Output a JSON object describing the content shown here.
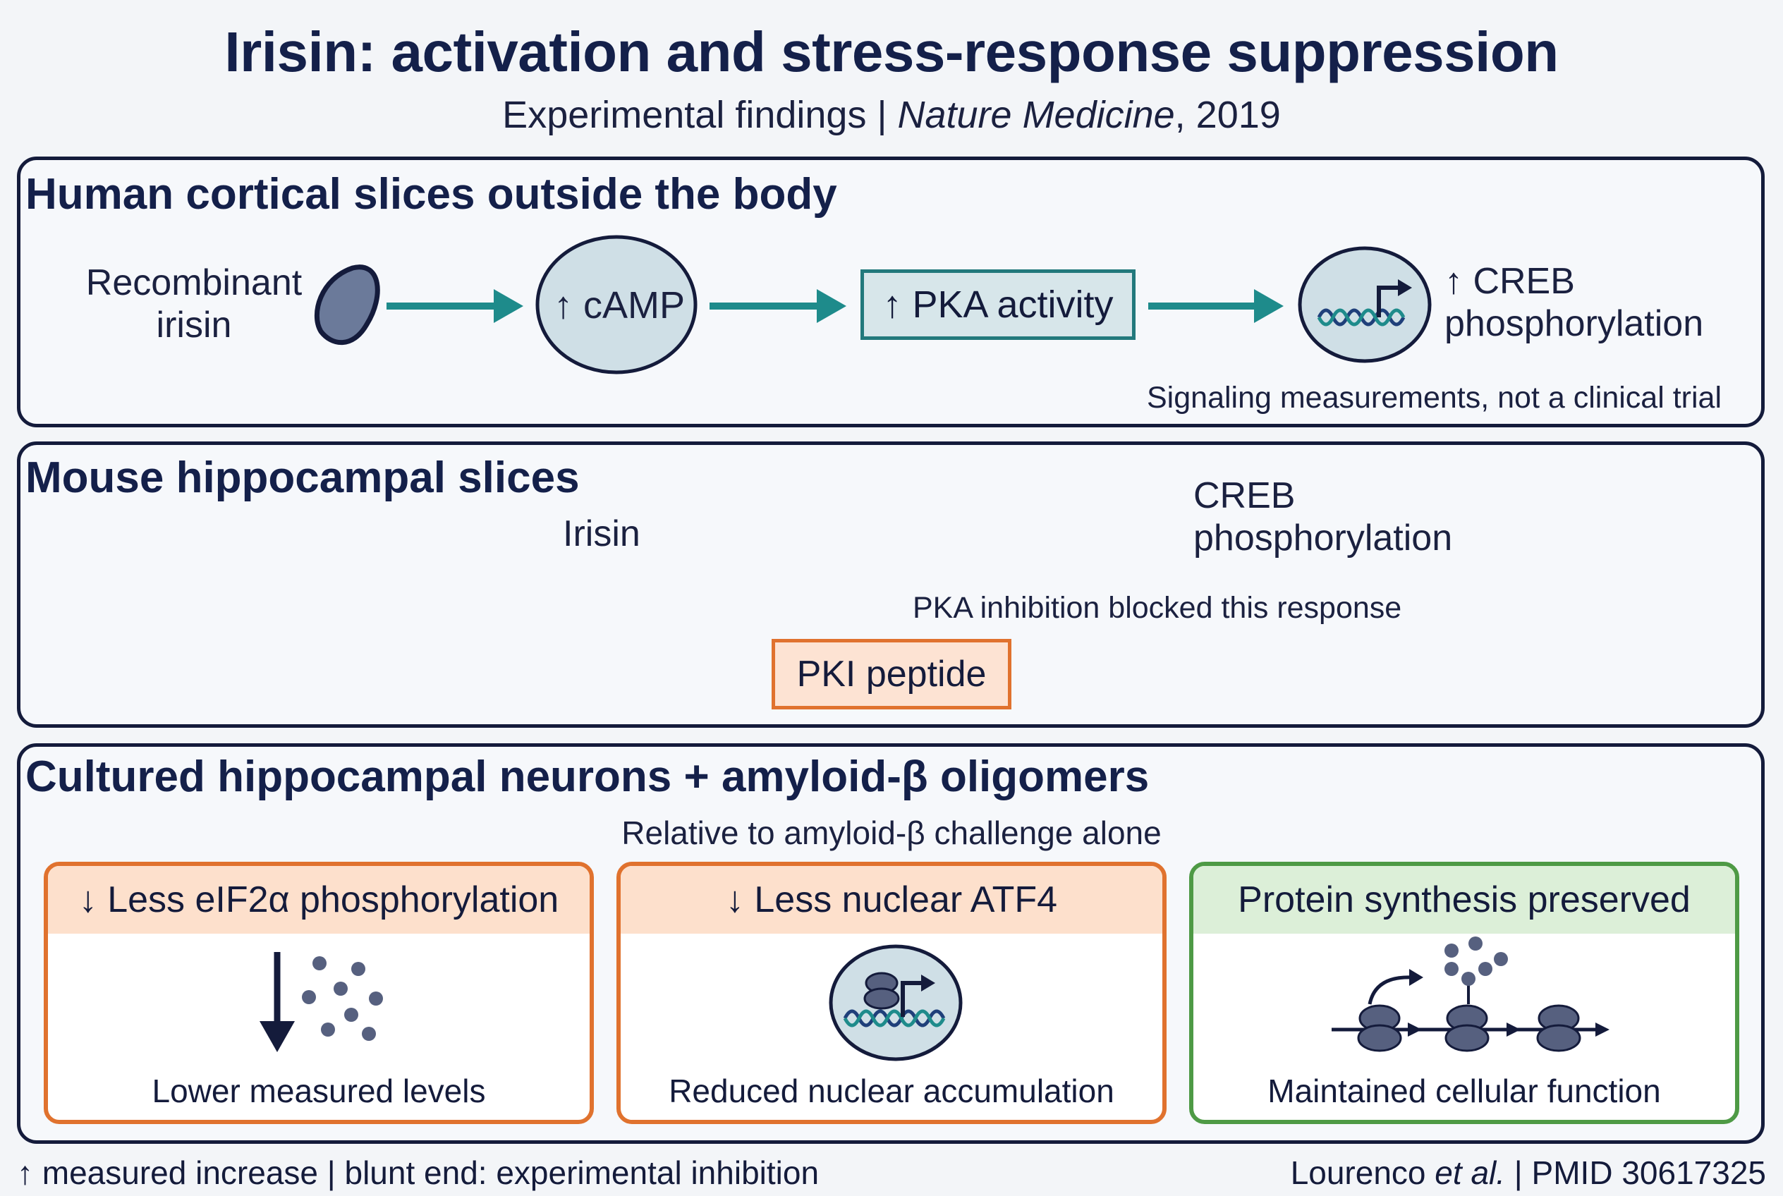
{
  "header": {
    "title": "Irisin: activation and stress-response suppression",
    "subtitle_prefix": "Experimental findings | ",
    "subtitle_journal": "Nature Medicine",
    "subtitle_suffix": ", 2019"
  },
  "panel1": {
    "title": "Human cortical slices outside the body",
    "input_line1": "Recombinant",
    "input_line2": "irisin",
    "camp_label": "↑ cAMP",
    "pka_label": "↑ PKA activity",
    "creb_line1": "↑ CREB",
    "creb_line2": "phosphorylation",
    "note": "Signaling measurements, not a clinical trial"
  },
  "panel2": {
    "title": "Mouse hippocampal slices",
    "input_label": "Irisin",
    "creb_line1": "CREB",
    "creb_line2": "phosphorylation",
    "inhibition_note": "PKA inhibition blocked this response",
    "inhibitor_label": "PKI peptide"
  },
  "panel3": {
    "title": "Cultured hippocampal neurons + amyloid-β oligomers",
    "subtitle": "Relative to amyloid-β challenge alone",
    "cards": [
      {
        "head": "↓ Less eIF2α phosphorylation",
        "foot": "Lower measured levels"
      },
      {
        "head": "↓ Less nuclear ATF4",
        "foot": "Reduced nuclear accumulation"
      },
      {
        "head": "Protein synthesis preserved",
        "foot": "Maintained cellular function"
      }
    ]
  },
  "footer": {
    "legend": "↑ measured increase | blunt end: experimental inhibition",
    "citation_author": "Lourenco ",
    "citation_etal": "et al.",
    "citation_rest": " | PMID 30617325"
  },
  "colors": {
    "teal_arrow": "#1e8b8b",
    "orange_inhibit": "#e0722e",
    "green_card": "#4e9a45",
    "navy_text": "#141b3b"
  },
  "icons": [
    "irisin-protein-icon",
    "dna-transcription-icon",
    "ribosome-icon",
    "molecule-dots-icon"
  ]
}
